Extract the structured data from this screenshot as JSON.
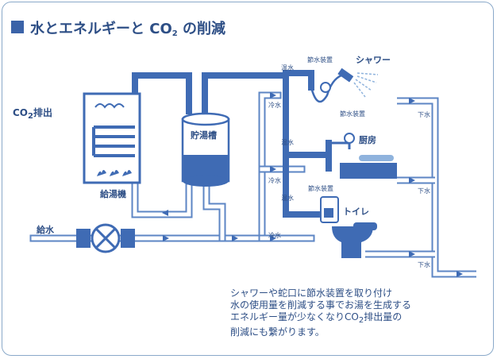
{
  "title": {
    "main": "水とエネルギーと CO",
    "sub": "2",
    "tail": " の削減"
  },
  "labels": {
    "co2_main": "CO",
    "co2_sub": "2",
    "co2_tail": "排出",
    "water_heater": "給湯機",
    "storage_tank": "貯湯槽",
    "supply_water": "給水",
    "shower": "シャワー",
    "kitchen": "厨房",
    "toilet": "トイレ",
    "device_shower": "節水装置",
    "device_kitchen": "節水装置",
    "device_toilet": "節水装置",
    "hot1": "温水",
    "cold1": "冷水",
    "hot2": "温水",
    "cold2": "冷水",
    "hot3": "温水",
    "cold3": "冷水",
    "drain1": "下水",
    "drain2": "下水",
    "drain3": "下水"
  },
  "note": {
    "line1": "シャワーや蛇口に節水装置を取り付け",
    "line2": "水の使用量を削減する事でお湯を生成する",
    "line3_a": "エネルギー量が少なくなりCO",
    "line3_sub": "2",
    "line3_b": "排出量の",
    "line4": "削減にも繋がります。"
  },
  "colors": {
    "pipe_hot": "#3f6bb4",
    "pipe_cold": "#8fb3dd",
    "accent": "#2e4f86"
  }
}
